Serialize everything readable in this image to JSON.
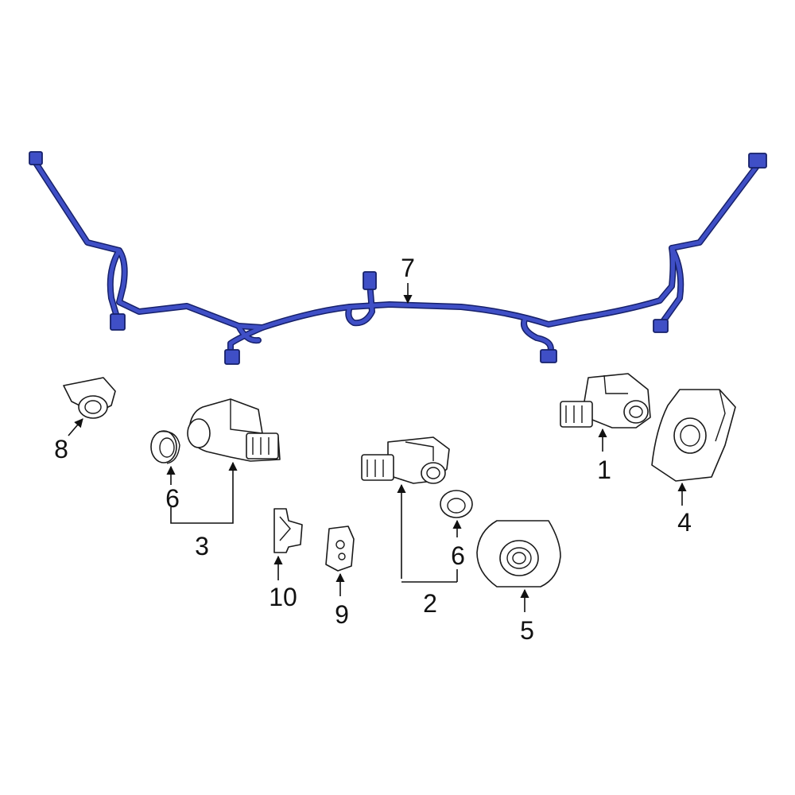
{
  "colors": {
    "harness_outline": "#16206a",
    "harness_fill": "#3f4fc6",
    "part_outline": "#1a1a1a",
    "background": "#ffffff"
  },
  "callouts": {
    "c1": "1",
    "c2": "2",
    "c3": "3",
    "c4": "4",
    "c5": "5",
    "c6a": "6",
    "c6b": "6",
    "c7": "7",
    "c8": "8",
    "c9": "9",
    "c10": "10"
  }
}
